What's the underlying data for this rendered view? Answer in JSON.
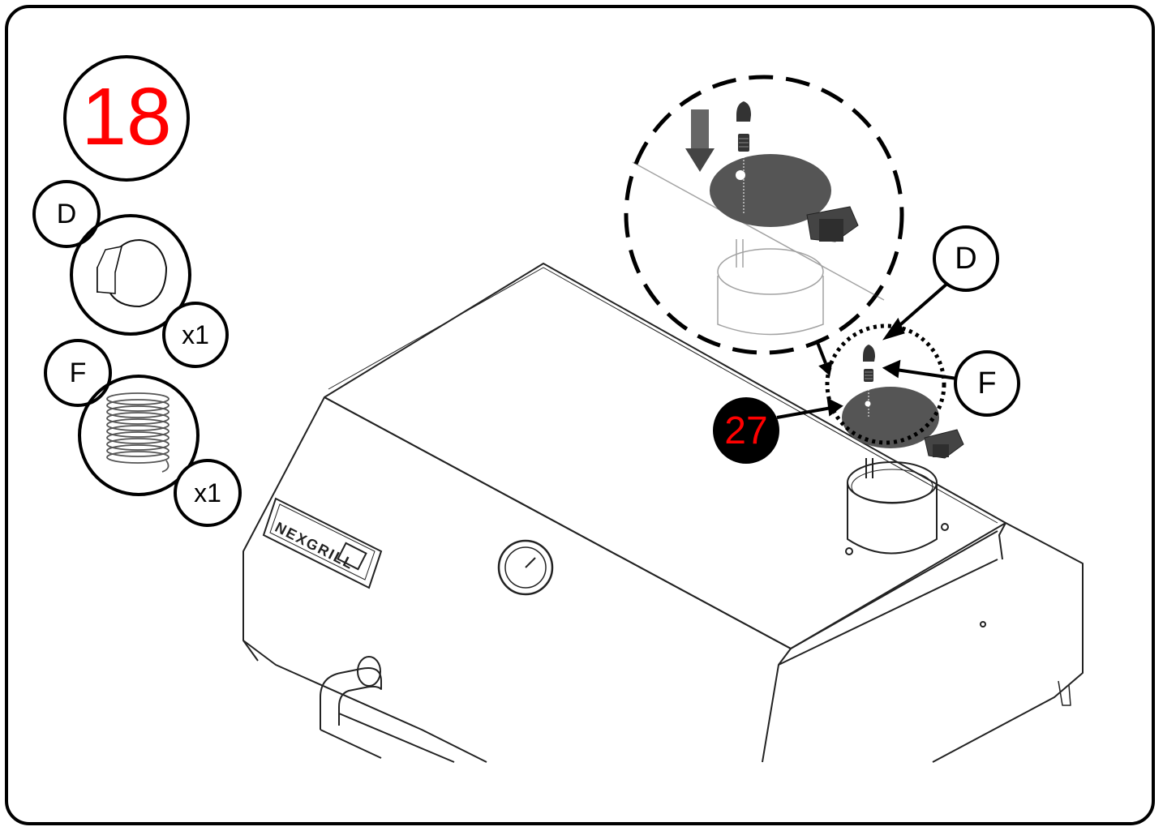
{
  "step": {
    "number": "18"
  },
  "parts": [
    {
      "letter": "D",
      "name": "acorn nut",
      "quantity": "x1"
    },
    {
      "letter": "F",
      "name": "spring",
      "quantity": "x1"
    }
  ],
  "callouts": {
    "assembly_part": "27",
    "label_d": "D",
    "label_f": "F"
  },
  "brand": {
    "logo_text": "NEXGRILL"
  },
  "colors": {
    "step_number": "#ff0000",
    "part_fill": "#555555",
    "outline": "#000000"
  }
}
